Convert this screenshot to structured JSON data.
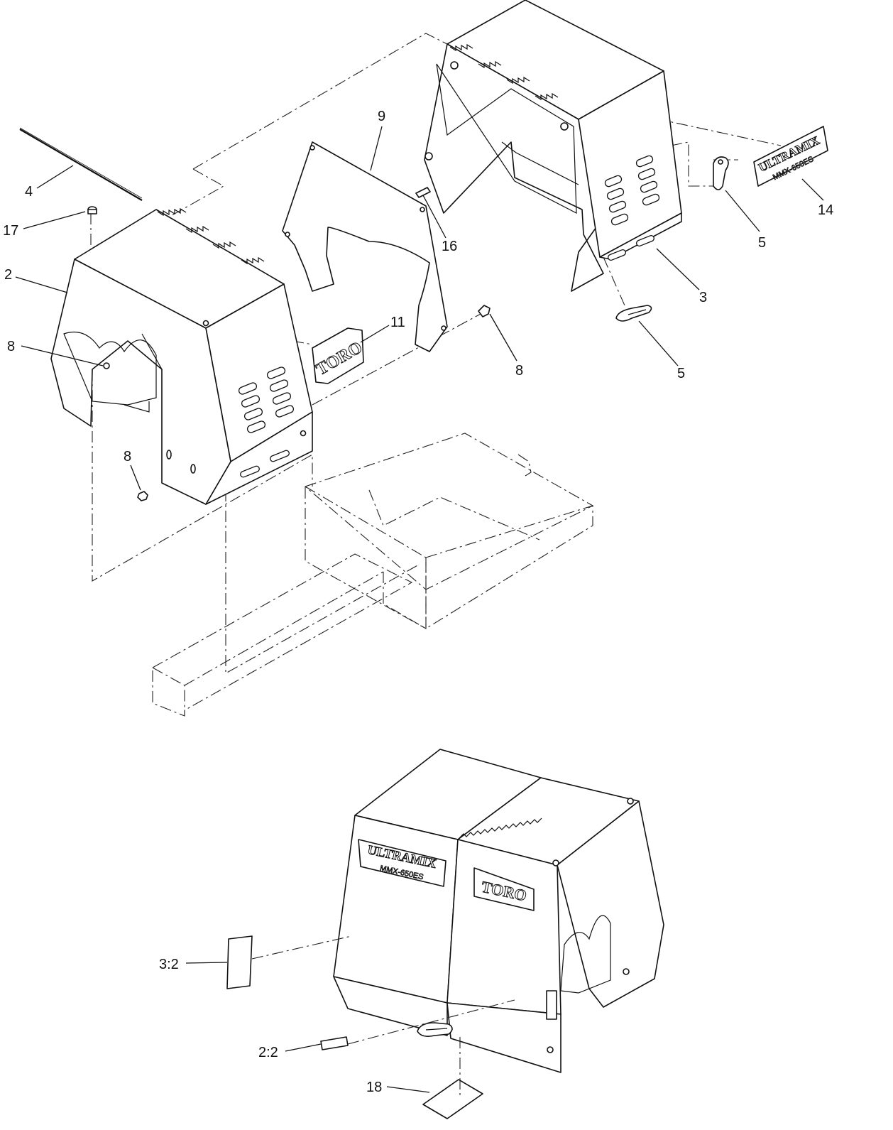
{
  "callouts": {
    "c4": "4",
    "c17": "17",
    "c2": "2",
    "c8a": "8",
    "c8b": "8",
    "c8c": "8",
    "c9": "9",
    "c11": "11",
    "c16": "16",
    "c3": "3",
    "c5a": "5",
    "c5b": "5",
    "c14": "14",
    "c3_2": "3:2",
    "c2_2": "2:2",
    "c18": "18"
  },
  "decals": {
    "toro": "TORO",
    "ultramix_top": "ULTRAMIX",
    "ultramix_bottom": "MMX-650ES"
  }
}
